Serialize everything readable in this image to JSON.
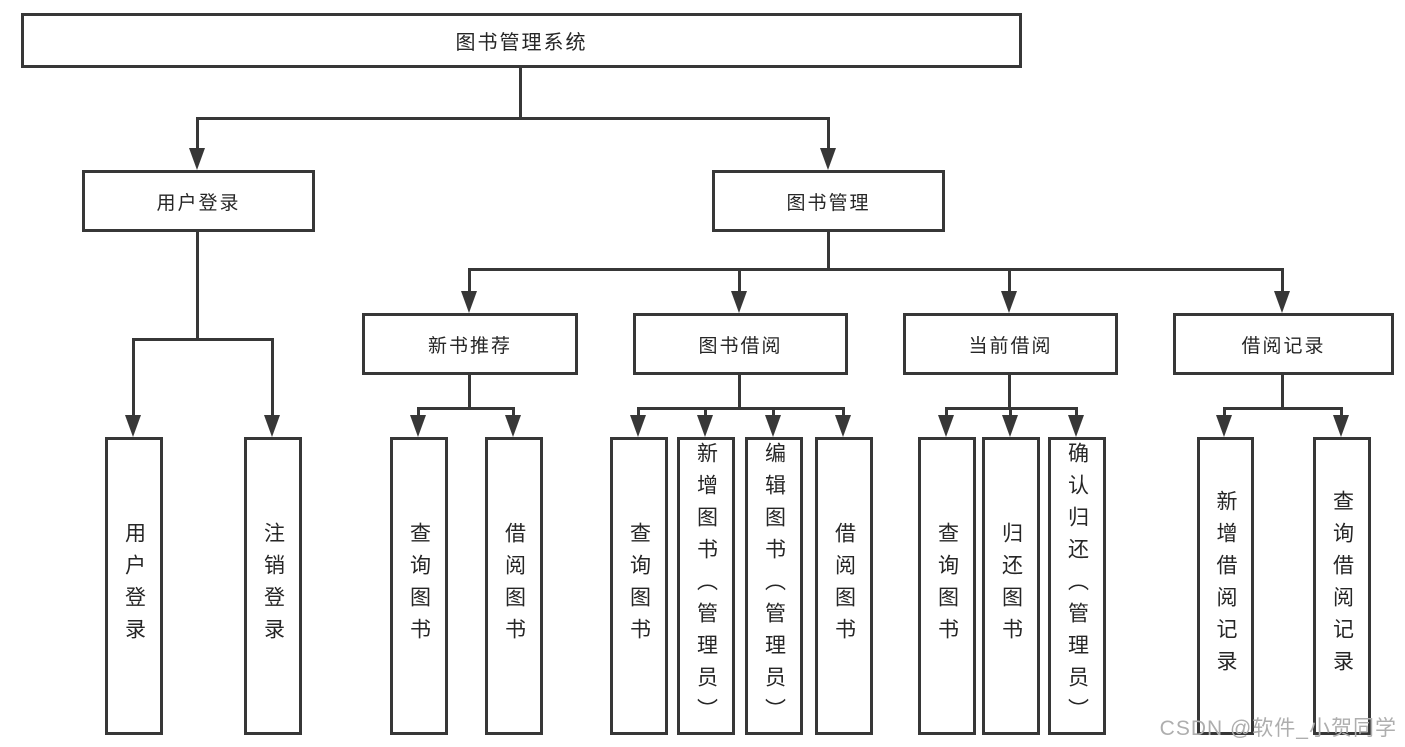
{
  "colors": {
    "line": "#373737",
    "text": "#262626",
    "background": "#ffffff",
    "watermark": "#aeaeae"
  },
  "diagram": {
    "root": {
      "label": "图书管理系统"
    },
    "branches": [
      {
        "label": "用户登录",
        "children": [
          {
            "label": "用户登录"
          },
          {
            "label": "注销登录"
          }
        ]
      },
      {
        "label": "图书管理",
        "children": [
          {
            "label": "新书推荐",
            "children": [
              {
                "label": "查询图书"
              },
              {
                "label": "借阅图书"
              }
            ]
          },
          {
            "label": "图书借阅",
            "children": [
              {
                "label": "查询图书"
              },
              {
                "label": "新增图书（管理员）"
              },
              {
                "label": "编辑图书（管理员）"
              },
              {
                "label": "借阅图书"
              }
            ]
          },
          {
            "label": "当前借阅",
            "children": [
              {
                "label": "查询图书"
              },
              {
                "label": "归还图书"
              },
              {
                "label": "确认归还（管理员）"
              }
            ]
          },
          {
            "label": "借阅记录",
            "children": [
              {
                "label": "新增借阅记录"
              },
              {
                "label": "查询借阅记录"
              }
            ]
          }
        ]
      }
    ]
  },
  "watermark": {
    "text": "CSDN @软件_小贺同学"
  }
}
